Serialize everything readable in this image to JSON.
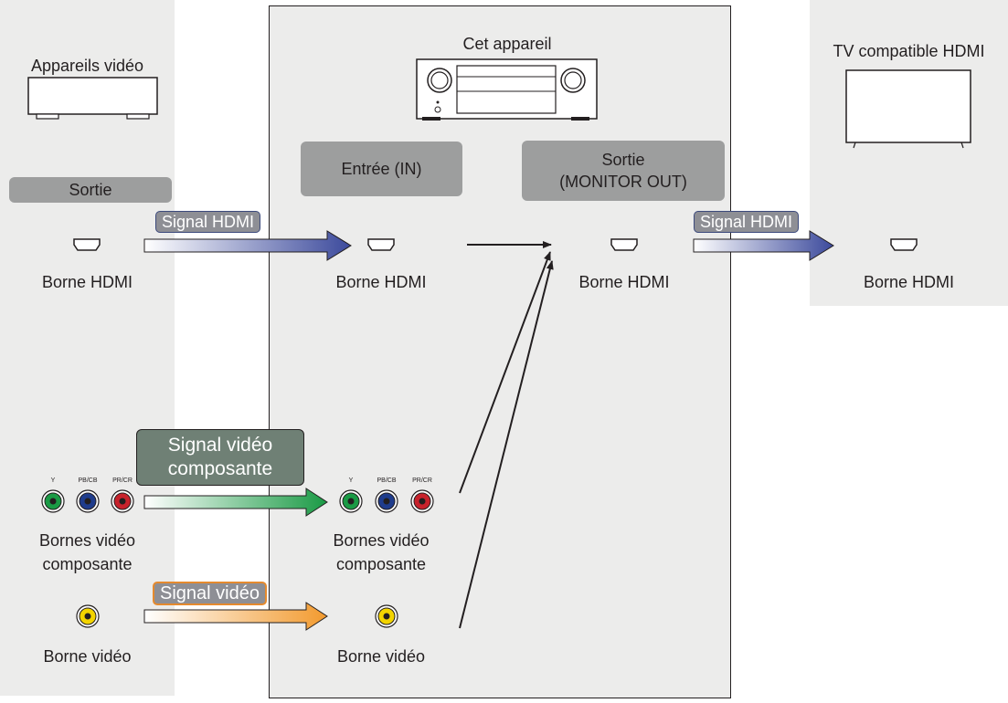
{
  "colors": {
    "panel": "#ececeb",
    "badge": "#9d9e9e",
    "hdmi_arrow": "#3c4a9c",
    "component_arrow": "#1a9a45",
    "video_arrow": "#f29a2e",
    "jack_green": "#1a9a45",
    "jack_blue": "#1f3c8c",
    "jack_red": "#c7222c",
    "jack_yellow": "#f3d400"
  },
  "left": {
    "title": "Appareils vidéo",
    "output_badge": "Sortie",
    "hdmi_label": "Borne HDMI",
    "component_label_1": "Bornes vidéo",
    "component_label_2": "composante",
    "video_label": "Borne vidéo",
    "jack_y": "Y",
    "jack_pb": "PB/CB",
    "jack_pr": "PR/CR"
  },
  "center": {
    "title": "Cet appareil",
    "input_badge": "Entrée (IN)",
    "output_badge_1": "Sortie",
    "output_badge_2": "(MONITOR OUT)",
    "hdmi_in_label": "Borne HDMI",
    "hdmi_out_label": "Borne HDMI",
    "component_label_1": "Bornes vidéo",
    "component_label_2": "composante",
    "video_label": "Borne vidéo",
    "jack_y": "Y",
    "jack_pb": "PB/CB",
    "jack_pr": "PR/CR"
  },
  "right": {
    "title": "TV compatible HDMI",
    "hdmi_label": "Borne HDMI"
  },
  "signals": {
    "hdmi_1": "Signal HDMI",
    "hdmi_2": "Signal HDMI",
    "component_1": "Signal vidéo",
    "component_2": "composante",
    "video": "Signal vidéo"
  }
}
